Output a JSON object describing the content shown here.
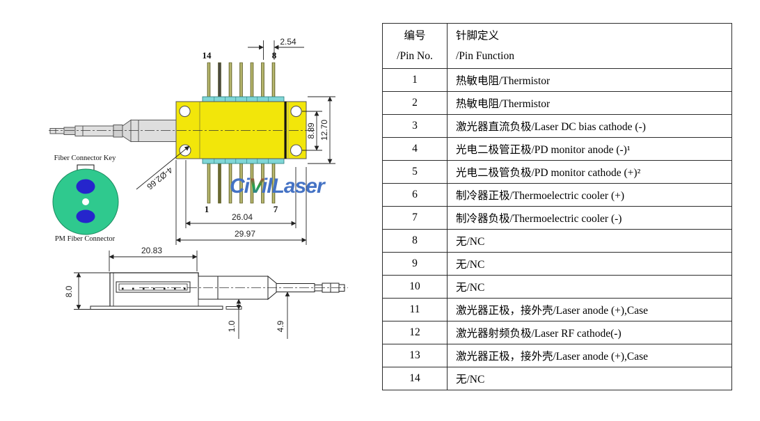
{
  "diagram": {
    "watermark": {
      "pre": "Ci",
      "v": "V",
      "post": "ilLaser",
      "color": "#4472c4"
    },
    "top_view": {
      "pin_top_left": "14",
      "pin_top_right": "8",
      "pin_bottom_left": "1",
      "pin_bottom_right": "7",
      "dim_pitch": "2.54",
      "dim_hole_span": "8.89",
      "dim_height": "12.70",
      "dim_hole_width": "26.04",
      "dim_width": "29.97",
      "dim_holes": "4-Ø2.66",
      "body_color": "#f2e60a",
      "feedthrough_color": "#7fd6d6"
    },
    "connector": {
      "title": "Fiber Connector Key",
      "caption": "PM Fiber Connector",
      "face_color": "#2fc98e",
      "stress_rod_color": "#2525cc"
    },
    "side_view": {
      "dim_length": "20.83",
      "dim_height": "8.0",
      "dim_flange": "1.0",
      "dim_snout": "4.9"
    }
  },
  "table": {
    "header": {
      "col1_line1": "编号",
      "col1_line2": "/Pin No.",
      "col2_line1": "针脚定义",
      "col2_line2": "/Pin Function"
    },
    "rows": [
      {
        "pin": "1",
        "fn": "热敏电阻/Thermistor"
      },
      {
        "pin": "2",
        "fn": "热敏电阻/Thermistor"
      },
      {
        "pin": "3",
        "fn": "激光器直流负极/Laser DC bias cathode (-)"
      },
      {
        "pin": "4",
        "fn": "光电二极管正极/PD monitor anode (-)¹"
      },
      {
        "pin": "5",
        "fn": "光电二极管负极/PD monitor cathode (+)²"
      },
      {
        "pin": "6",
        "fn": "制冷器正极/Thermoelectric cooler (+)"
      },
      {
        "pin": "7",
        "fn": "制冷器负极/Thermoelectric cooler (-)"
      },
      {
        "pin": "8",
        "fn": "无/NC"
      },
      {
        "pin": "9",
        "fn": "无/NC"
      },
      {
        "pin": "10",
        "fn": "无/NC"
      },
      {
        "pin": "11",
        "fn": "激光器正极，接外壳/Laser anode (+),Case"
      },
      {
        "pin": "12",
        "fn": "激光器射频负极/Laser RF cathode(-)"
      },
      {
        "pin": "13",
        "fn": "激光器正极，接外壳/Laser anode (+),Case"
      },
      {
        "pin": "14",
        "fn": "无/NC"
      }
    ]
  }
}
